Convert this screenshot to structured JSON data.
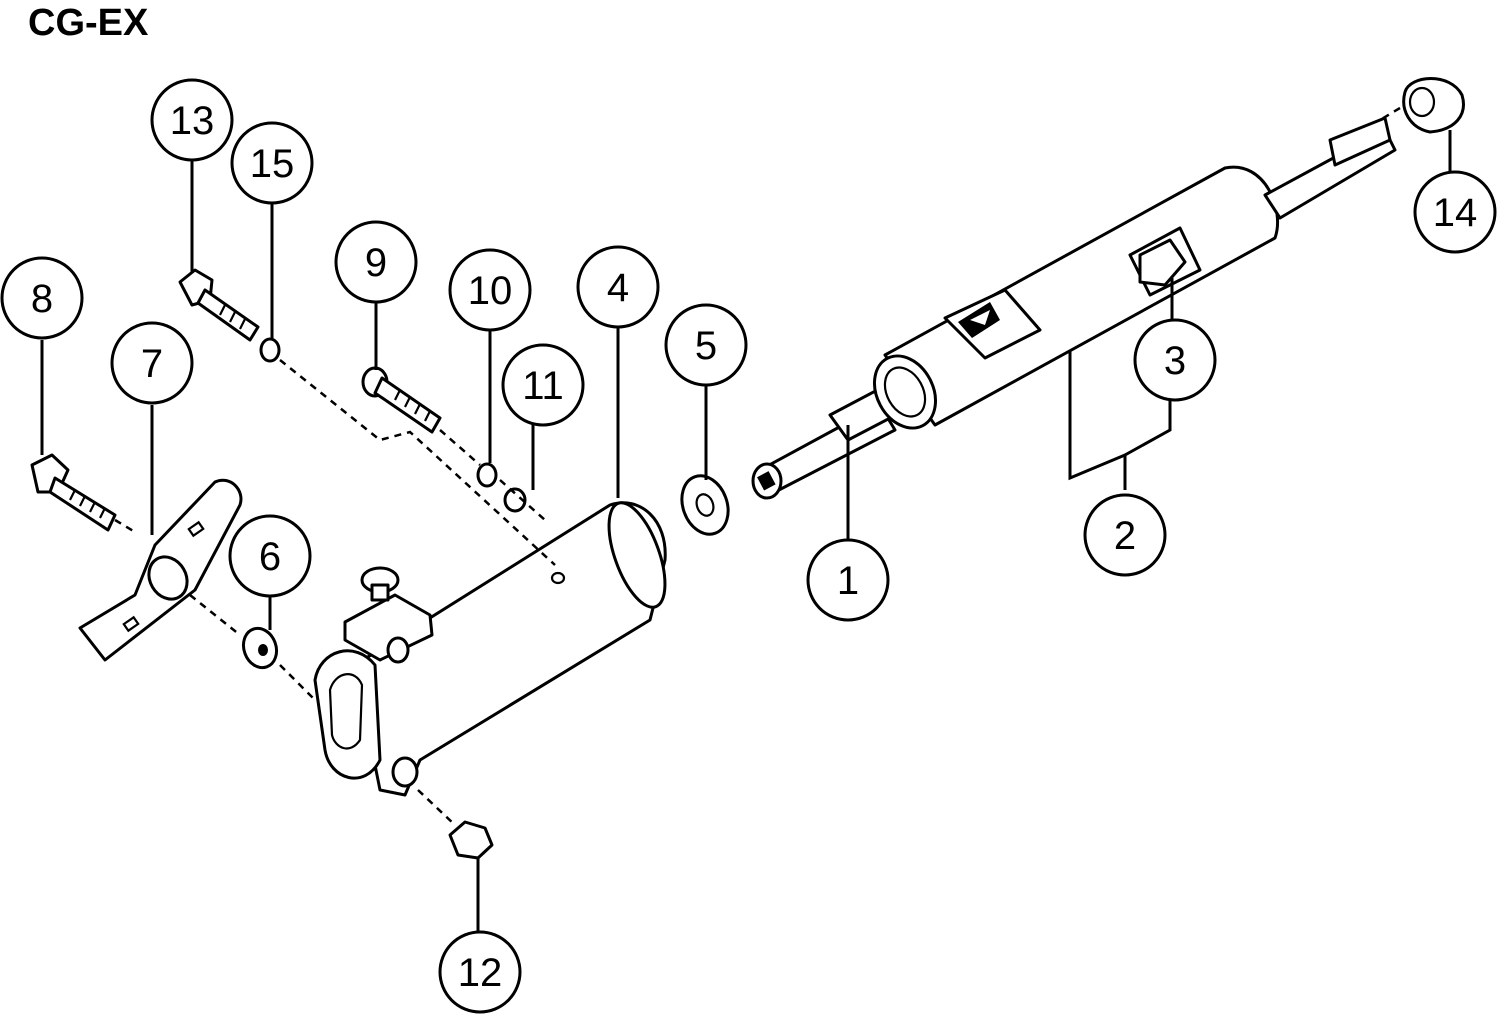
{
  "title": "CG-EX",
  "callouts": [
    {
      "id": "1",
      "label": "1"
    },
    {
      "id": "2",
      "label": "2"
    },
    {
      "id": "3",
      "label": "3"
    },
    {
      "id": "4",
      "label": "4"
    },
    {
      "id": "5",
      "label": "5"
    },
    {
      "id": "6",
      "label": "6"
    },
    {
      "id": "7",
      "label": "7"
    },
    {
      "id": "8",
      "label": "8"
    },
    {
      "id": "9",
      "label": "9"
    },
    {
      "id": "10",
      "label": "10"
    },
    {
      "id": "11",
      "label": "11"
    },
    {
      "id": "12",
      "label": "12"
    },
    {
      "id": "13",
      "label": "13"
    },
    {
      "id": "14",
      "label": "14"
    },
    {
      "id": "15",
      "label": "15"
    }
  ]
}
